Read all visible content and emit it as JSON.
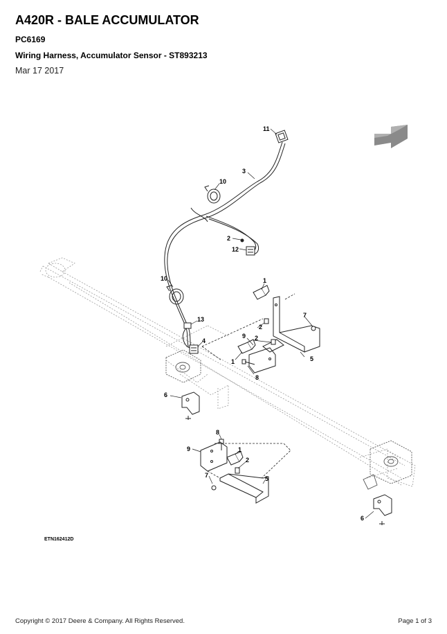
{
  "header": {
    "title": "A420R - BALE ACCUMULATOR",
    "code": "PC6169",
    "subtitle": "Wiring Harness, Accumulator Sensor - ST893213",
    "date": "Mar 17 2017"
  },
  "diagram": {
    "figure_id": "ETN162412D",
    "callouts": [
      "11",
      "3",
      "10",
      "2",
      "12",
      "10",
      "1",
      "13",
      "4",
      "7",
      "2",
      "9",
      "2",
      "1",
      "5",
      "8",
      "6",
      "8",
      "9",
      "1",
      "2",
      "7",
      "5",
      "6"
    ],
    "next_arrow_icon": "next-page-arrow-icon"
  },
  "footer": {
    "copyright": "Copyright © 2017 Deere & Company. All Rights Reserved.",
    "page": "Page 1 of 3"
  }
}
